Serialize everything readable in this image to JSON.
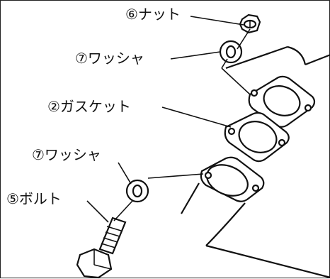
{
  "labels": {
    "nut": "⑥ナット",
    "washer_top": "⑦ワッシャ",
    "gasket": "②ガスケット",
    "washer_bottom": "⑦ワッシャ",
    "bolt": "⑤ボルト"
  }
}
